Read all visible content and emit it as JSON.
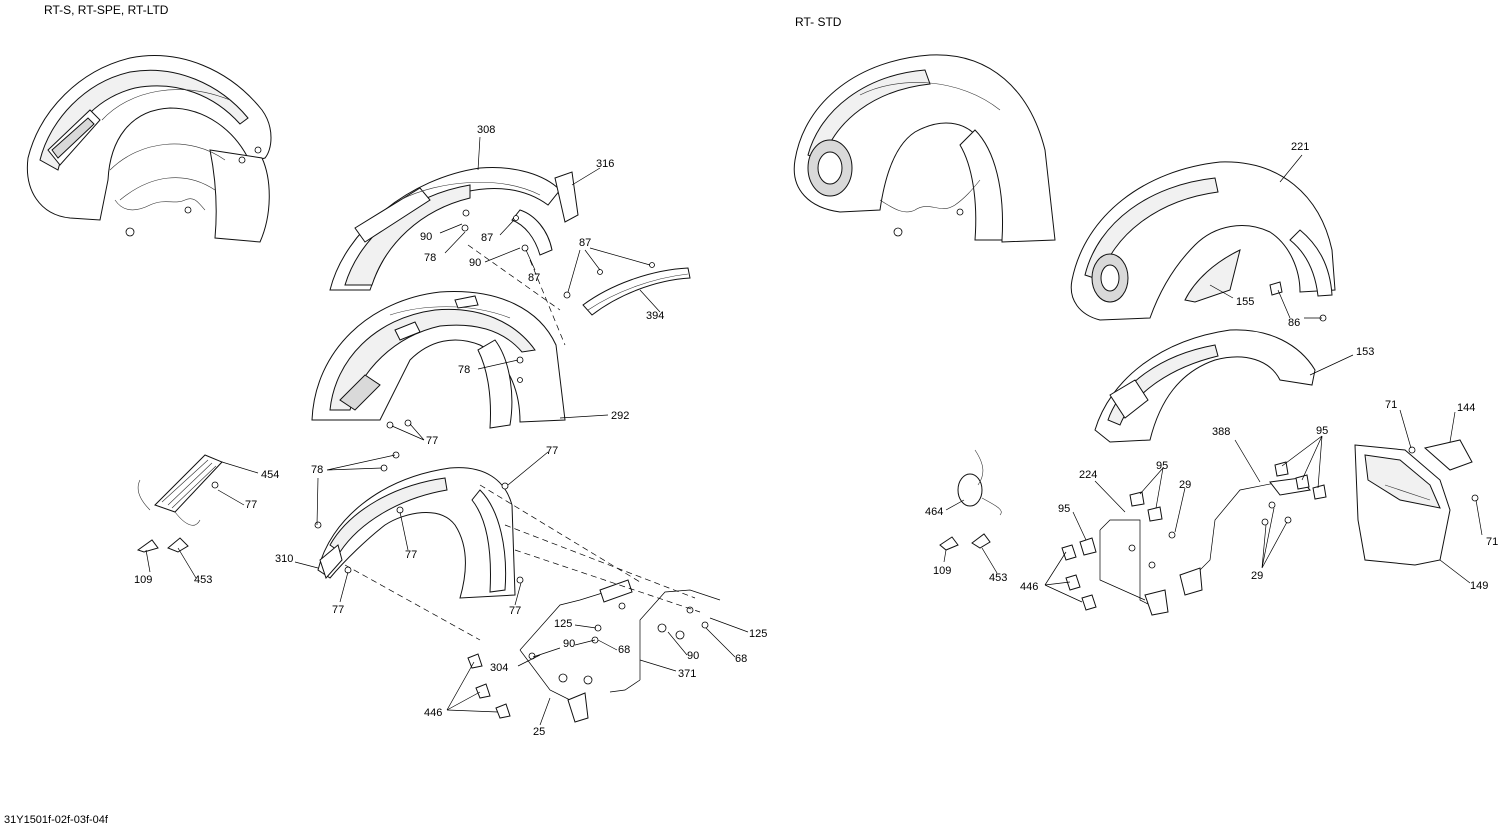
{
  "titles": {
    "left_group": "RT-S, RT-SPE, RT-LTD",
    "right_group": "RT- STD"
  },
  "figure_code": "31Y1501f-02f-03f-04f",
  "callouts": [
    "308",
    "316",
    "90",
    "87",
    "78",
    "90",
    "87",
    "87",
    "394",
    "78",
    "292",
    "77",
    "77",
    "454",
    "77",
    "78",
    "77",
    "310",
    "77",
    "77",
    "109",
    "453",
    "125",
    "90",
    "68",
    "304",
    "371",
    "90",
    "68",
    "125",
    "446",
    "25",
    "221",
    "155",
    "86",
    "153",
    "388",
    "95",
    "71",
    "144",
    "95",
    "224",
    "29",
    "95",
    "464",
    "29",
    "109",
    "453",
    "446",
    "71",
    "149"
  ]
}
